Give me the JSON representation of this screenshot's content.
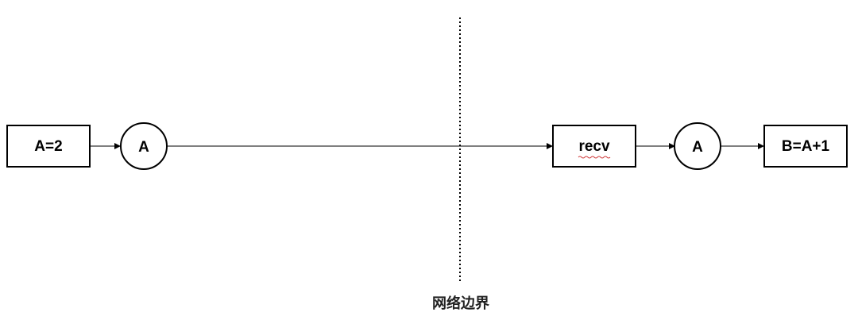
{
  "diagram": {
    "nodes": {
      "assign_a": "A=2",
      "a_left": "A",
      "recv": "recv",
      "a_right": "A",
      "assign_b": "B=A+1"
    },
    "boundary_label": "网络边界"
  }
}
